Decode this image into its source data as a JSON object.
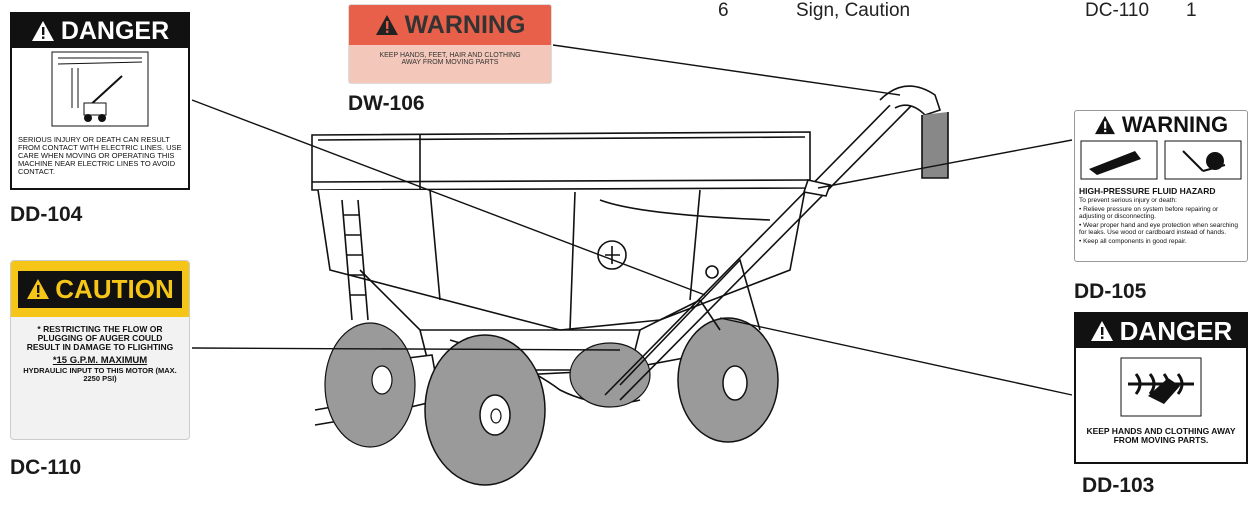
{
  "header_row": {
    "item_no": "6",
    "description": "Sign, Caution",
    "part_no": "DC-110",
    "qty": "1"
  },
  "decals": {
    "dd104": {
      "code": "DD-104",
      "signal": "DANGER",
      "text": "SERIOUS INJURY OR DEATH CAN RESULT FROM CONTACT WITH ELECTRIC LINES. USE CARE WHEN MOVING OR OPERATING THIS MACHINE NEAR ELECTRIC LINES TO AVOID CONTACT."
    },
    "dw106": {
      "code": "DW-106",
      "signal": "WARNING",
      "text": "KEEP HANDS, FEET, HAIR AND CLOTHING AWAY FROM MOVING PARTS"
    },
    "dc110": {
      "code": "DC-110",
      "signal": "CAUTION",
      "text1": "* RESTRICTING THE FLOW OR PLUGGING OF AUGER COULD RESULT IN DAMAGE TO FLIGHTING",
      "text2": "*15 G.P.M. MAXIMUM",
      "text3": "HYDRAULIC INPUT TO THIS MOTOR (MAX. 2250 PSI)"
    },
    "dd105": {
      "code": "DD-105",
      "signal": "WARNING",
      "hazard": "HIGH-PRESSURE FLUID HAZARD",
      "intro": "To prevent serious injury or death:",
      "b1": "• Relieve pressure on system before repairing or adjusting or disconnecting.",
      "b2": "• Wear proper hand and eye protection when searching for leaks. Use wood or cardboard instead of hands.",
      "b3": "• Keep all components in good repair."
    },
    "dd103": {
      "code": "DD-103",
      "signal": "DANGER",
      "text": "KEEP HANDS AND CLOTHING AWAY FROM MOVING PARTS."
    }
  },
  "colors": {
    "danger_black": "#111111",
    "warning_orange": "#e8604a",
    "caution_yellow": "#f5c518",
    "tire_gray": "#9a9a9a"
  }
}
